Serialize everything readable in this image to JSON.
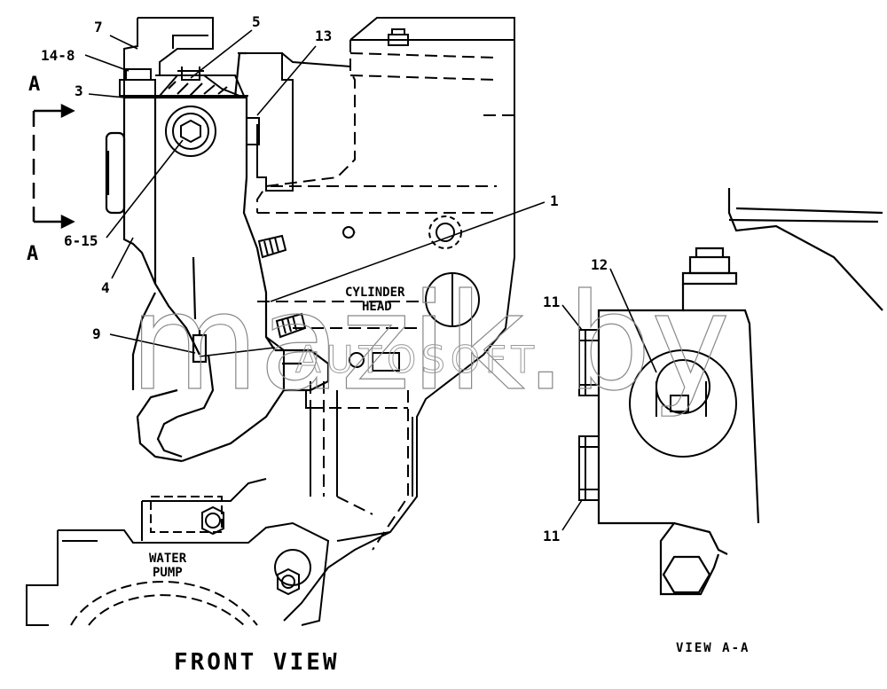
{
  "labels": {
    "l7": "7",
    "l5": "5",
    "l13": "13",
    "l14_8": "14-8",
    "lA_top": "A",
    "l3": "3",
    "l6_15": "6-15",
    "lA_bottom": "A",
    "l4": "4",
    "l9": "9",
    "l1": "1",
    "l12": "12",
    "l11_top": "11",
    "l11_bottom": "11"
  },
  "notes": {
    "cylinder_head_line1": "CYLINDER",
    "cylinder_head_line2": "HEAD",
    "water_pump_line1": "WATER",
    "water_pump_line2": "PUMP"
  },
  "titles": {
    "front_view": "FRONT VIEW",
    "view_aa": "VIEW A-A"
  },
  "watermark": {
    "main": "mazik.by",
    "sub": "AUTOSOFT"
  }
}
